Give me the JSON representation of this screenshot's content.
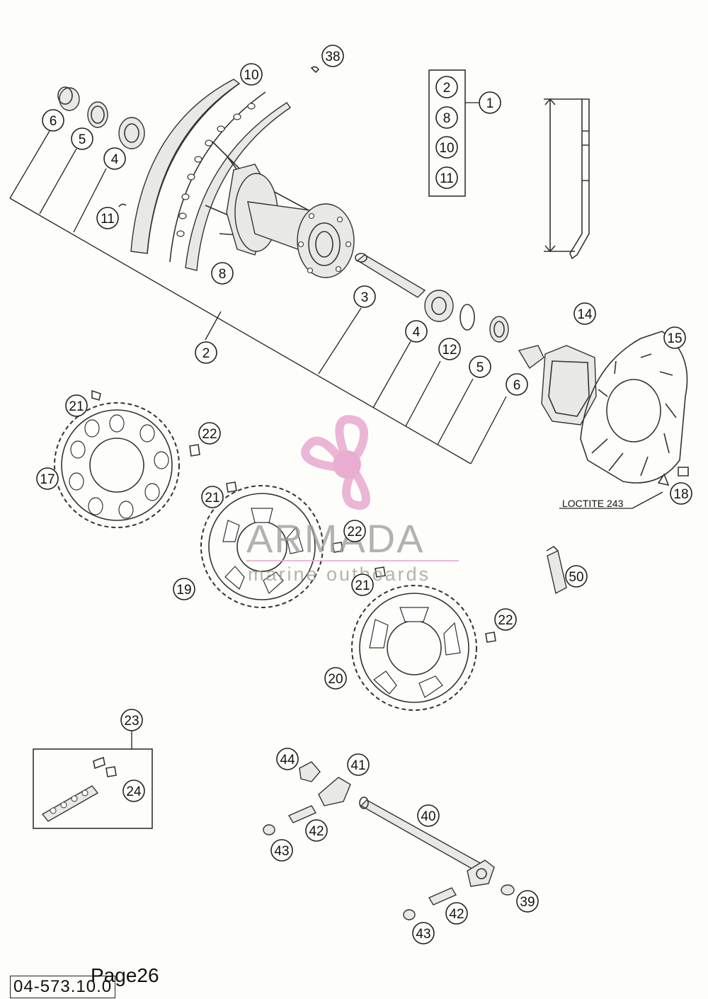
{
  "callouts": [
    {
      "label": "1"
    },
    {
      "label": "2"
    },
    {
      "label": "8"
    },
    {
      "label": "10"
    },
    {
      "label": "11"
    },
    {
      "label": "38"
    },
    {
      "label": "10"
    },
    {
      "label": "6"
    },
    {
      "label": "5"
    },
    {
      "label": "4"
    },
    {
      "label": "11"
    },
    {
      "label": "8"
    },
    {
      "label": "2"
    },
    {
      "label": "3"
    },
    {
      "label": "4"
    },
    {
      "label": "12"
    },
    {
      "label": "5"
    },
    {
      "label": "6"
    },
    {
      "label": "14"
    },
    {
      "label": "15"
    },
    {
      "label": "18"
    },
    {
      "label": "21"
    },
    {
      "label": "22"
    },
    {
      "label": "17"
    },
    {
      "label": "21"
    },
    {
      "label": "22"
    },
    {
      "label": "19"
    },
    {
      "label": "21"
    },
    {
      "label": "22"
    },
    {
      "label": "20"
    },
    {
      "label": "50"
    },
    {
      "label": "23"
    },
    {
      "label": "24"
    },
    {
      "label": "44"
    },
    {
      "label": "41"
    },
    {
      "label": "40"
    },
    {
      "label": "42"
    },
    {
      "label": "43"
    },
    {
      "label": "39"
    },
    {
      "label": "42"
    },
    {
      "label": "43"
    }
  ],
  "loctite_label": "LOCTITE 243",
  "watermark": {
    "brand": "ARMADA",
    "subtitle": "marine outboards",
    "colors": {
      "propeller": "#e9a9cf",
      "hub": "#e6a0c8",
      "text": "#9a9a9a"
    }
  },
  "page_label": "Page26",
  "doc_code": "04-573.10.0"
}
